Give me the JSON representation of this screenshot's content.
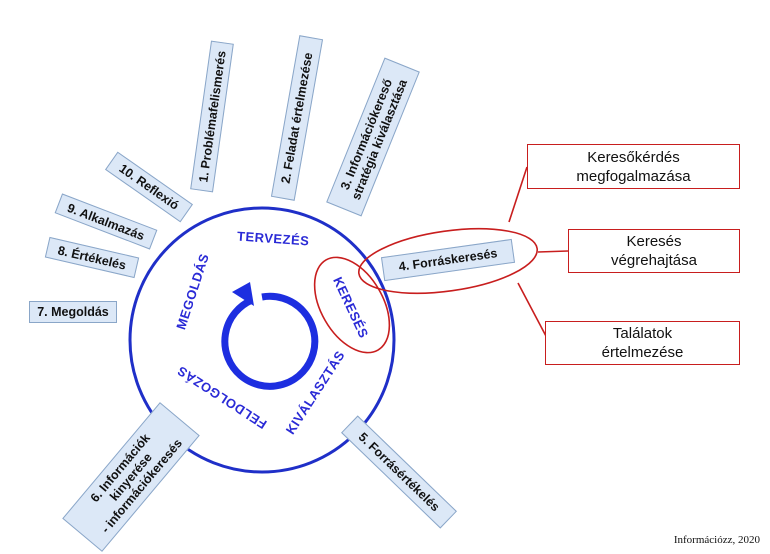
{
  "steps": {
    "s1": "1. Problémafelismerés",
    "s2": "2. Feladat értelmezése",
    "s3_l1": "3. Információkereső",
    "s3_l2": "stratégia kiválasztása",
    "s4": "4. Forráskeresés",
    "s5": "5. Forrásértékelés",
    "s6_l1": "6. Információk",
    "s6_l2": "kinyerése",
    "s6_l3": "- információkeresés",
    "s7": "7. Megoldás",
    "s8": "8. Értékelés",
    "s9": "9. Alkalmazás",
    "s10": "10. Reflexió"
  },
  "circle_labels": {
    "tervezes": "TERVEZÉS",
    "kereses": "KERESÉS",
    "kivalasztas": "KIVÁLASZTÁS",
    "feldolgozas": "FELDOLGOZÁS",
    "megoldas": "MEGOLDÁS"
  },
  "callouts": {
    "c1_l1": "Keresőkérdés",
    "c1_l2": "megfogalmazása",
    "c2_l1": "Keresés",
    "c2_l2": "végrehajtása",
    "c3_l1": "Találatok",
    "c3_l2": "értelmezése"
  },
  "credit": "Információzz, 2020",
  "colors": {
    "circle": "#1f2fc8",
    "box_fill": "#dce8f7",
    "box_border": "#8aa6c8",
    "callout_border": "#c81e1e",
    "arrow": "#1d2ee0"
  }
}
